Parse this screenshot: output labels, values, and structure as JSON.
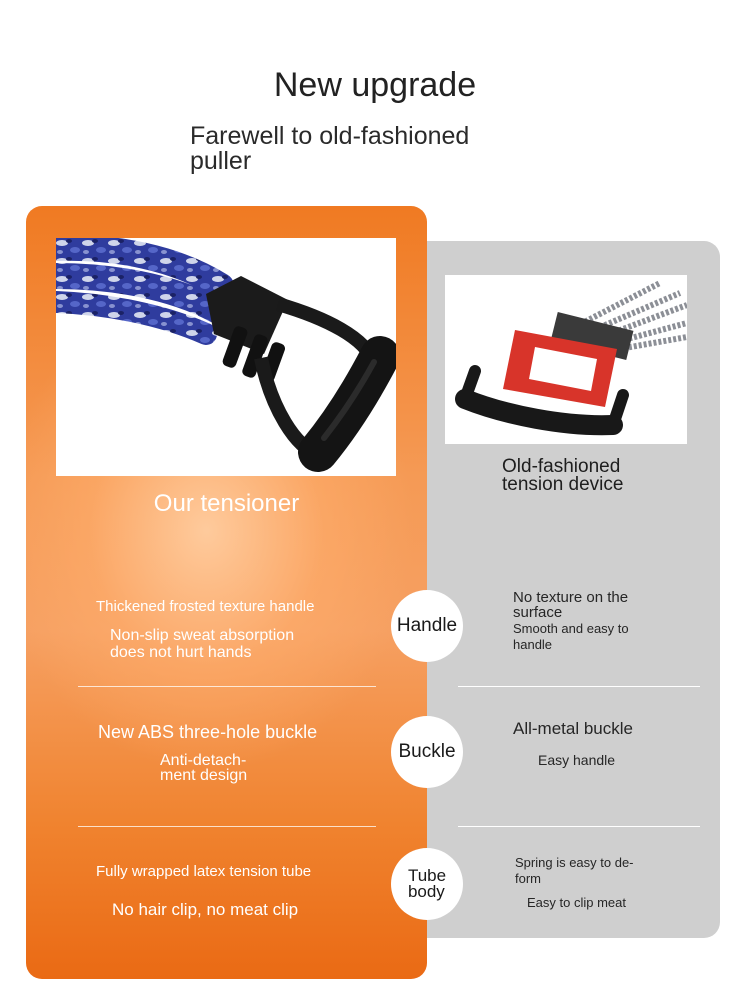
{
  "header": {
    "title": "New upgrade",
    "subtitle_line1": "Farewell to old-fashioned",
    "subtitle_line2": "puller"
  },
  "left_panel": {
    "label": "Our tensioner",
    "accent_color": "#f07a22",
    "rows": [
      {
        "heading": "Thickened frosted texture handle",
        "detail_line1": "Non-slip sweat absorption",
        "detail_line2": "does not hurt hands"
      },
      {
        "heading": "New ABS three-hole buckle",
        "detail_line1": "Anti-detach-",
        "detail_line2": "ment design"
      },
      {
        "heading": "Fully wrapped latex tension tube",
        "detail_line1": "No hair clip, no meat clip",
        "detail_line2": ""
      }
    ]
  },
  "right_panel": {
    "label_line1": "Old-fashioned",
    "label_line2": "tension device",
    "panel_color": "#cfcfcf",
    "rows": [
      {
        "heading_line1": "No texture on the",
        "heading_line2": "surface",
        "detail_line1": "Smooth and easy to",
        "detail_line2": "handle"
      },
      {
        "heading_line1": "All-metal buckle",
        "heading_line2": "",
        "detail_line1": "Easy handle",
        "detail_line2": ""
      },
      {
        "heading_line1": "Spring is easy to de-",
        "heading_line2": "form",
        "detail_line1": "Easy to clip meat",
        "detail_line2": ""
      }
    ]
  },
  "badges": [
    {
      "line1": "Handle",
      "line2": ""
    },
    {
      "line1": "Buckle",
      "line2": ""
    },
    {
      "line1": "Tube",
      "line2": "body"
    }
  ]
}
